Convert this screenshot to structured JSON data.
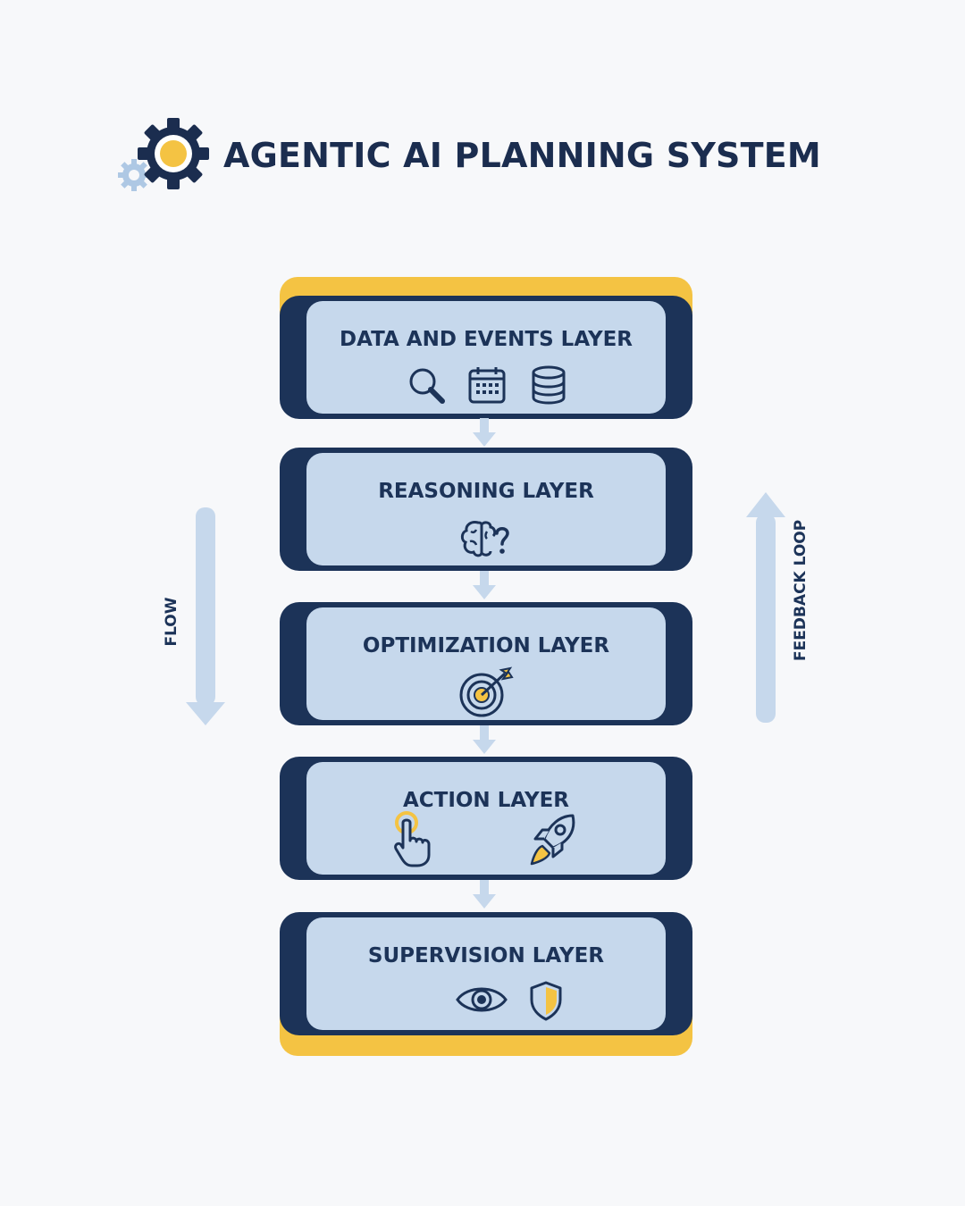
{
  "header": {
    "title": "AGENTIC AI PLANNING SYSTEM",
    "logo_icon": "gear-icon"
  },
  "colors": {
    "navy": "#1c3358",
    "gold": "#f4c343",
    "panel": "#c6d8ec",
    "arrow": "#c6d8ec"
  },
  "layers": [
    {
      "label": "DATA AND EVENTS LAYER",
      "icons": [
        "magnifier-icon",
        "calendar-icon",
        "database-icon"
      ]
    },
    {
      "label": "REASONING LAYER",
      "icons": [
        "brain-question-icon"
      ]
    },
    {
      "label": "OPTIMIZATION LAYER",
      "icons": [
        "target-arrow-icon"
      ]
    },
    {
      "label": "ACTION LAYER",
      "icons": [
        "pointer-hand-icon",
        "rocket-icon"
      ]
    },
    {
      "label": "SUPERVISION LAYER",
      "icons": [
        "eye-icon",
        "shield-icon"
      ]
    }
  ],
  "side": {
    "left_label": "FLOW",
    "right_label": "FEEDBACK LOOP"
  }
}
